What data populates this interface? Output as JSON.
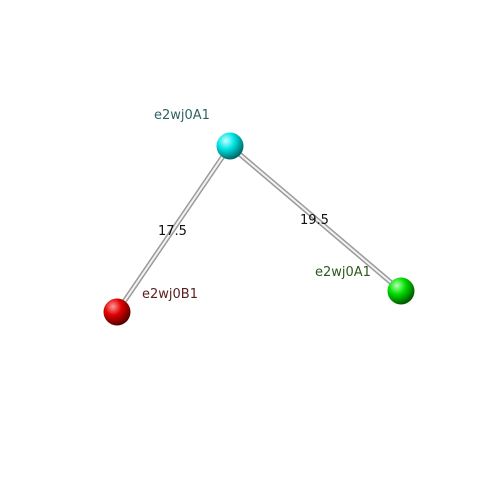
{
  "nodes": [
    {
      "id": "n1",
      "label": "e2wj0A1",
      "color": "#00e5e5",
      "label_color": "#2f6363"
    },
    {
      "id": "n2",
      "label": "e2wj0B1",
      "color": "#e00000",
      "label_color": "#5a1e1e"
    },
    {
      "id": "n3",
      "label": "e2wj0A1",
      "color": "#00e000",
      "label_color": "#2a5a20"
    }
  ],
  "edges": [
    {
      "from": "n1",
      "to": "n2",
      "label": "17.5"
    },
    {
      "from": "n1",
      "to": "n3",
      "label": "19.5"
    }
  ]
}
